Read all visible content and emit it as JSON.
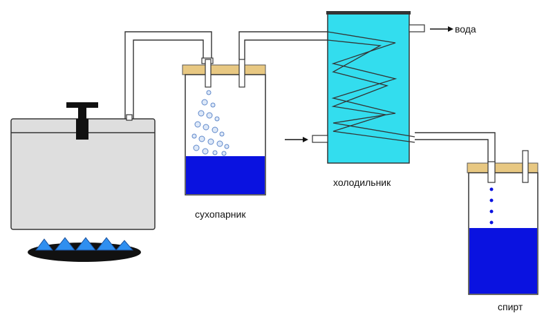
{
  "labels": {
    "dry_steamer": "сухопарник",
    "condenser": "холодильник",
    "alcohol": "спирт",
    "water": "вода"
  },
  "colors": {
    "liquid": "#0a12e0",
    "condenser_water": "#33ddee",
    "lid": "#e8c882",
    "boiler": "#dedede",
    "flame": "#2f8ff0"
  },
  "icons": {
    "water_out_arrow": "arrow-right-icon",
    "water_in_arrow": "arrow-right-icon"
  }
}
